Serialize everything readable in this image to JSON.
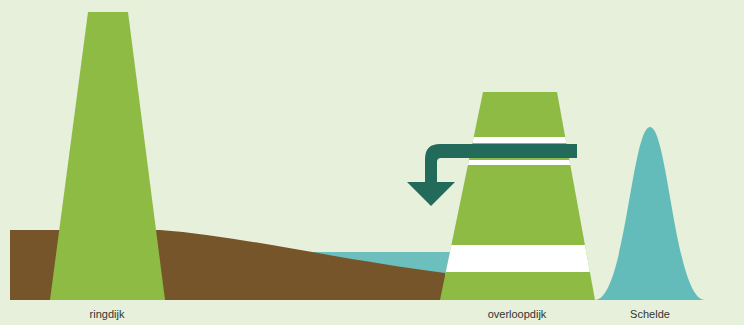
{
  "diagram": {
    "labels": [
      "ringdijk",
      "overloopdijk",
      "Schelde"
    ]
  }
}
